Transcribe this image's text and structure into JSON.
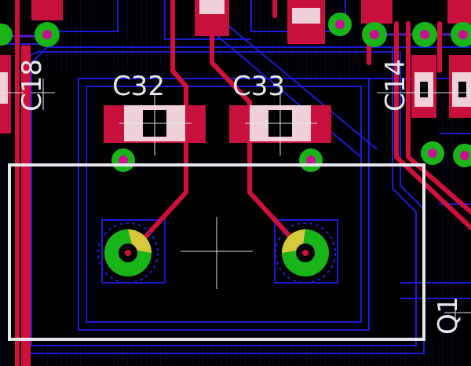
{
  "view": {
    "background": "#000000",
    "colors": {
      "bottom_layer": "#1b1bd6",
      "top_layer": "#d0103a",
      "top_pad": "#c8103c",
      "pad_cut": "#f0d0d8",
      "via_ring": "#18b418",
      "via_hole": "#000000",
      "via_accent": "#d6c83a",
      "silk": "#e6e6ee",
      "via_center": "#c81090"
    }
  },
  "components": {
    "c18": {
      "ref": "C18"
    },
    "c14": {
      "ref": "C14"
    },
    "c32": {
      "ref": "C32"
    },
    "c33": {
      "ref": "C33"
    },
    "q1": {
      "ref": "Q1"
    }
  }
}
